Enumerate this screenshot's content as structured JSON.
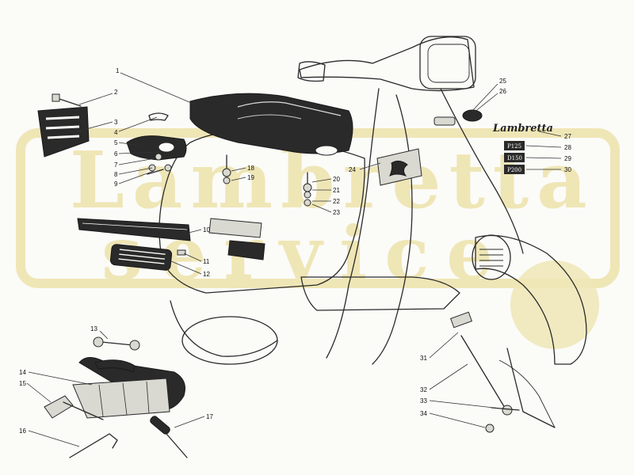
{
  "watermark": {
    "brand": "Lambretta",
    "sub": "service",
    "colors": {
      "watermark": "#efe6b6",
      "ink": "#2a2a2a"
    }
  },
  "emblem": {
    "script": "Lambretta"
  },
  "badges": [
    "P125",
    "D150",
    "P200"
  ],
  "callouts": [
    {
      "n": "1"
    },
    {
      "n": "2"
    },
    {
      "n": "3"
    },
    {
      "n": "4"
    },
    {
      "n": "5"
    },
    {
      "n": "6"
    },
    {
      "n": "7"
    },
    {
      "n": "8"
    },
    {
      "n": "9"
    },
    {
      "n": "10"
    },
    {
      "n": "11"
    },
    {
      "n": "12"
    },
    {
      "n": "13"
    },
    {
      "n": "14"
    },
    {
      "n": "15"
    },
    {
      "n": "16"
    },
    {
      "n": "17"
    },
    {
      "n": "18"
    },
    {
      "n": "19"
    },
    {
      "n": "20"
    },
    {
      "n": "21"
    },
    {
      "n": "22"
    },
    {
      "n": "23"
    },
    {
      "n": "24"
    },
    {
      "n": "25"
    },
    {
      "n": "26"
    },
    {
      "n": "27"
    },
    {
      "n": "28"
    },
    {
      "n": "29"
    },
    {
      "n": "30"
    },
    {
      "n": "31"
    },
    {
      "n": "32"
    },
    {
      "n": "33"
    },
    {
      "n": "34"
    }
  ]
}
